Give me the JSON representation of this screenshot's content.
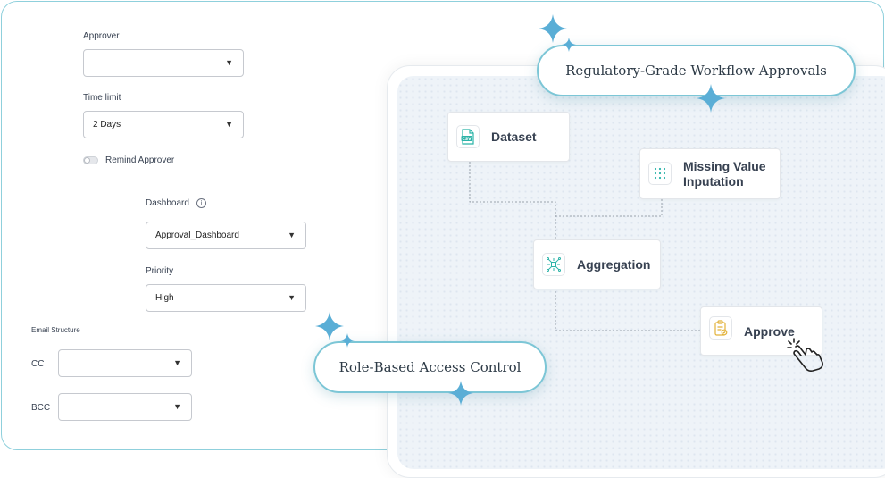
{
  "form": {
    "approver": {
      "label": "Approver",
      "value": ""
    },
    "time_limit": {
      "label": "Time limit",
      "value": "2 Days"
    },
    "remind": {
      "label": "Remind Approver"
    },
    "dashboard": {
      "label": "Dashboard",
      "value": "Approval_Dashboard"
    },
    "priority": {
      "label": "Priority",
      "value": "High"
    },
    "email": {
      "heading": "Email Structure",
      "cc_label": "CC",
      "cc_value": "",
      "bcc_label": "BCC",
      "bcc_value": ""
    }
  },
  "workflow": {
    "nodes": {
      "dataset": "Dataset",
      "missing_line1": "Missing Value",
      "missing_line2": "Inputation",
      "aggregation": "Aggregation",
      "approve": "Approve"
    }
  },
  "callouts": {
    "regulatory": "Regulatory-Grade Workflow Approvals",
    "role": "Role-Based Access Control"
  },
  "colors": {
    "accent": "#7cc6d6",
    "sparkle": "#5aaed6",
    "csv": "#2bb3a8",
    "approve_icon": "#e2b23a"
  },
  "icons": {
    "dropdown": "caret-down-icon",
    "dataset": "csv-file-icon",
    "missing": "grid-dots-icon",
    "aggregation": "aggregation-icon",
    "approve": "clipboard-check-icon",
    "cursor": "hand-pointer-icon"
  }
}
